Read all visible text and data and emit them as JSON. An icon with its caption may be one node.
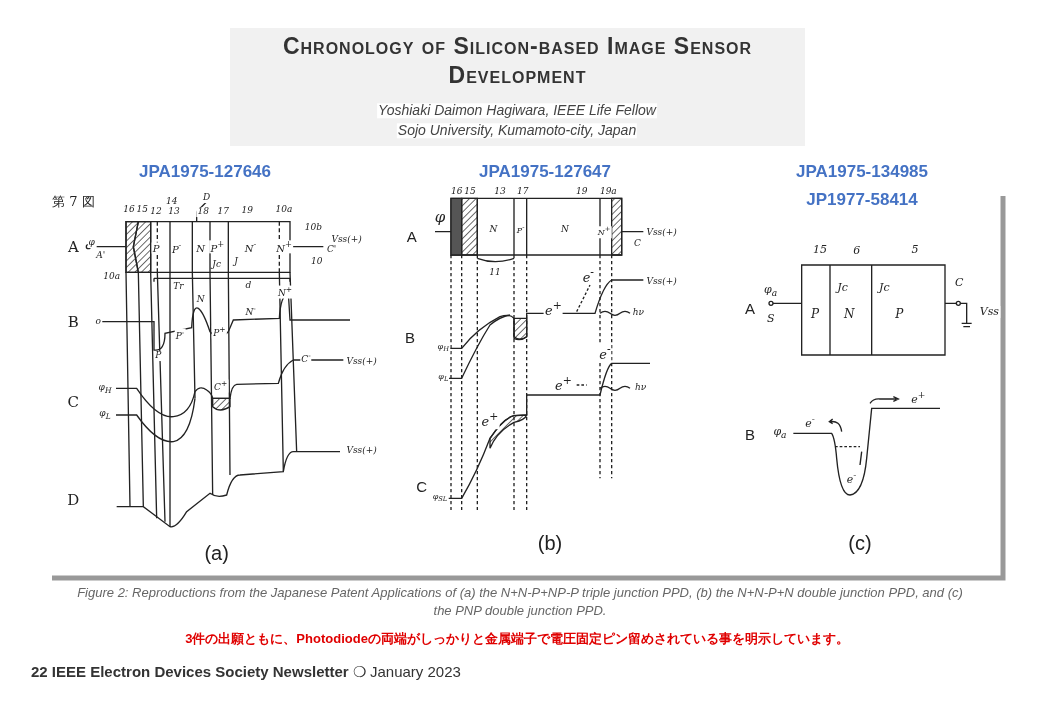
{
  "diagram": {
    "title": "Chronology of Silicon-based Image Sensor Development",
    "caption": "Figure 2: Reproductions from the Japanese Patent Applications of (a) the N+N-P+NP-P triple junction PPD, (b) the N+N-P+N double junction PPD, and (c) the PNP double junction PPD.",
    "labels": [
      "Yoshiaki Daimon Hagiwara, IEEE Life Fellow",
      "Sojo University, Kumamoto-city, Japan",
      "JPA1975-127646",
      "JPA1975-127647",
      "JPA1975-134985",
      "第 7 図",
      "JP1977-58414",
      "16",
      "15",
      "12",
      "14",
      "13",
      "D",
      "18",
      "17",
      "19",
      "10a",
      "10b",
      "Vss(+)",
      "C'",
      "A",
      "φ",
      "A'",
      "10a",
      "P",
      "P$^{-}$",
      "N",
      "P$^{+}$",
      "N$^{-}$",
      "N$^{+}$",
      "Jc",
      "J",
      "10",
      "Tr",
      "d",
      "N$^{+}$",
      "B",
      "o",
      "N",
      "N$^{-}$",
      "P$^{-}$",
      "P$^{+}$",
      "P",
      "C",
      "φ$_{H}$",
      "φ$_{L}$",
      "C$^{+}$",
      "C$^{-}$",
      "Vss(+)",
      "Vss(+)",
      "D",
      "(a)",
      "16",
      "15",
      "13",
      "17",
      "19",
      "19a",
      "φ",
      "A",
      "N",
      "P$^{-}$",
      "N",
      "N$^{+}$",
      "Vss(+)",
      "C",
      "11",
      "e$^{-}$",
      "Vss(+)",
      "e$^{+}$",
      "hν",
      "B",
      "φ$_{H}$",
      "φ$_{L}$",
      "e$^{-}$",
      "e$^{+}$",
      "hν",
      "e$^{+}$",
      "C",
      "φ$_{SL}$",
      "(b)",
      "15",
      "6",
      "5",
      "C",
      "φ$_{a}$",
      "Jc",
      "Jc",
      "A",
      "S",
      "P",
      "N",
      "P",
      "Vss",
      "e$^{+}$",
      "B",
      "φ$_{a}$",
      "e$^{-}$",
      "e$^{-}$",
      "(c)",
      "3件の出願ともに、Photodiodeの両端がしっかりと金属端子で電圧固定ピン留めされている事を明示しています。",
      "**22 IEEE Electron Devices Society Newsletter** ❍ January 2023"
    ]
  }
}
